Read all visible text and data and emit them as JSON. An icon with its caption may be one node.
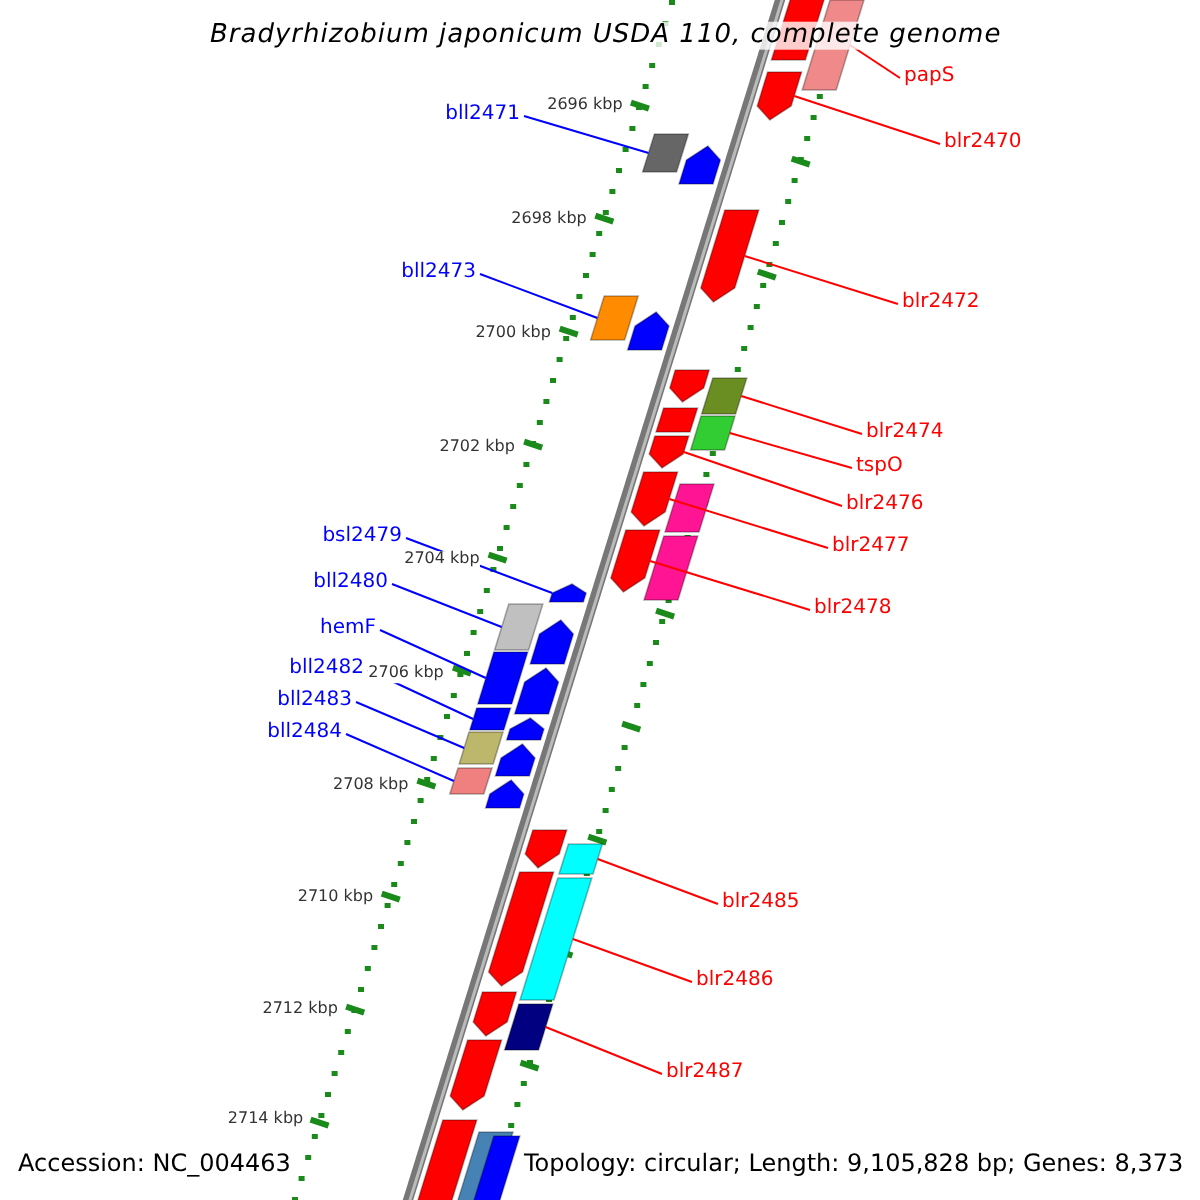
{
  "diagram": {
    "title": "Bradyrhizobium japonicum USDA 110, complete genome",
    "nodes": [
      {
        "text": [
          "papS"
        ]
      },
      {
        "text": [
          "bll2471"
        ]
      },
      {
        "text": [
          "blr2470"
        ]
      },
      {
        "text": [
          "bll2473"
        ]
      },
      {
        "text": [
          "blr2472"
        ]
      },
      {
        "text": [
          "blr2474"
        ]
      },
      {
        "text": [
          "tspO"
        ]
      },
      {
        "text": [
          "blr2476"
        ]
      },
      {
        "text": [
          "bsl2479"
        ]
      },
      {
        "text": [
          "blr2477"
        ]
      },
      {
        "text": [
          "bll2480"
        ]
      },
      {
        "text": [
          "blr2478"
        ]
      },
      {
        "text": [
          "hemF"
        ]
      },
      {
        "text": [
          "bll2482"
        ]
      },
      {
        "text": [
          "bll2483"
        ]
      },
      {
        "text": [
          "bll2484"
        ]
      },
      {
        "text": [
          "blr2485"
        ]
      },
      {
        "text": [
          "blr2486"
        ]
      },
      {
        "text": [
          "blr2487"
        ]
      },
      {
        "text": [],
        "shape": "bar"
      },
      {
        "text": [],
        "shape": "bar"
      },
      {
        "text": [],
        "shape": "bar"
      },
      {
        "text": [],
        "shape": "bar"
      },
      {
        "text": [],
        "shape": "bar"
      },
      {
        "text": [],
        "shape": "bar"
      },
      {
        "text": [],
        "shape": "bar"
      },
      {
        "text": [],
        "shape": "bar"
      },
      {
        "text": [],
        "shape": "bar"
      },
      {
        "text": [],
        "shape": "bar"
      },
      {
        "text": [],
        "shape": "bar"
      },
      {
        "text": [],
        "shape": "bar"
      },
      {
        "text": [],
        "shape": "bar"
      },
      {
        "text": [],
        "shape": "bar"
      },
      {
        "text": [],
        "shape": "bar"
      },
      {
        "text": [],
        "shape": "bar"
      },
      {
        "text": [],
        "shape": "bar"
      },
      {
        "text": [],
        "shape": "bar"
      },
      {
        "text": [],
        "shape": "bar"
      },
      {
        "text": [],
        "shape": "bar"
      },
      {
        "text": [],
        "shape": "bar"
      },
      {
        "text": [],
        "shape": "bar"
      },
      {
        "text": [],
        "shape": "bar"
      },
      {
        "text": [],
        "shape": "bar"
      },
      {
        "text": [],
        "shape": "bar"
      },
      {
        "text": [],
        "shape": "bar"
      },
      {
        "text": [],
        "shape": "bar"
      },
      {
        "text": [],
        "shape": "bar"
      },
      {
        "text": [],
        "shape": "bar"
      },
      {
        "text": [],
        "shape": "bar"
      },
      {
        "text": [],
        "shape": "bar"
      },
      {
        "text": [],
        "shape": "bar"
      },
      {
        "text": [],
        "shape": "bar"
      },
      {
        "text": [],
        "shape": "bar"
      },
      {
        "text": [],
        "shape": "bar"
      },
      {
        "text": [],
        "shape": "bar"
      },
      {
        "text": [],
        "shape": "bar"
      },
      {
        "text": [],
        "shape": "bar"
      }
    ],
    "edges": [
      {
        "from": 0,
        "to": 20,
        "arrow": "none"
      },
      {
        "from": 1,
        "to": 22,
        "arrow": "none",
        "color": "#0000ff"
      },
      {
        "from": 2,
        "to": 21,
        "arrow": "none"
      },
      {
        "from": 3,
        "to": 25,
        "arrow": "none",
        "color": "#0000ff"
      },
      {
        "from": 4,
        "to": 24,
        "arrow": "none"
      },
      {
        "from": 5,
        "to": 28,
        "arrow": "none"
      },
      {
        "from": 6,
        "to": 30,
        "arrow": "none"
      },
      {
        "from": 7,
        "to": 31,
        "arrow": "none"
      },
      {
        "from": 8,
        "to": 36,
        "arrow": "none",
        "color": "#0000ff"
      },
      {
        "from": 9,
        "to": 32,
        "arrow": "none"
      },
      {
        "from": 10,
        "to": 37,
        "arrow": "none",
        "color": "#0000ff"
      },
      {
        "from": 11,
        "to": 34,
        "arrow": "none"
      },
      {
        "from": 12,
        "to": 39,
        "arrow": "none",
        "color": "#0000ff"
      },
      {
        "from": 13,
        "to": 41,
        "arrow": "none",
        "color": "#0000ff"
      },
      {
        "from": 14,
        "to": 43,
        "arrow": "none",
        "color": "#0000ff"
      },
      {
        "from": 15,
        "to": 45,
        "arrow": "none",
        "color": "#0000ff"
      },
      {
        "from": 16,
        "to": 48,
        "arrow": "none"
      },
      {
        "from": 17,
        "to": 50,
        "arrow": "none"
      },
      {
        "from": 18,
        "to": 52,
        "arrow": "none"
      }
    ],
    "labels": [
      "2696 kbp",
      "2698 kbp",
      "2700 kbp",
      "2702 kbp",
      "2704 kbp",
      "2706 kbp",
      "2708 kbp",
      "2710 kbp",
      "2712 kbp",
      "2714 kbp",
      "Accession: NC_004463",
      "Topology: circular; Length: 9,105,828 bp; Genes: 8,373"
    ]
  }
}
